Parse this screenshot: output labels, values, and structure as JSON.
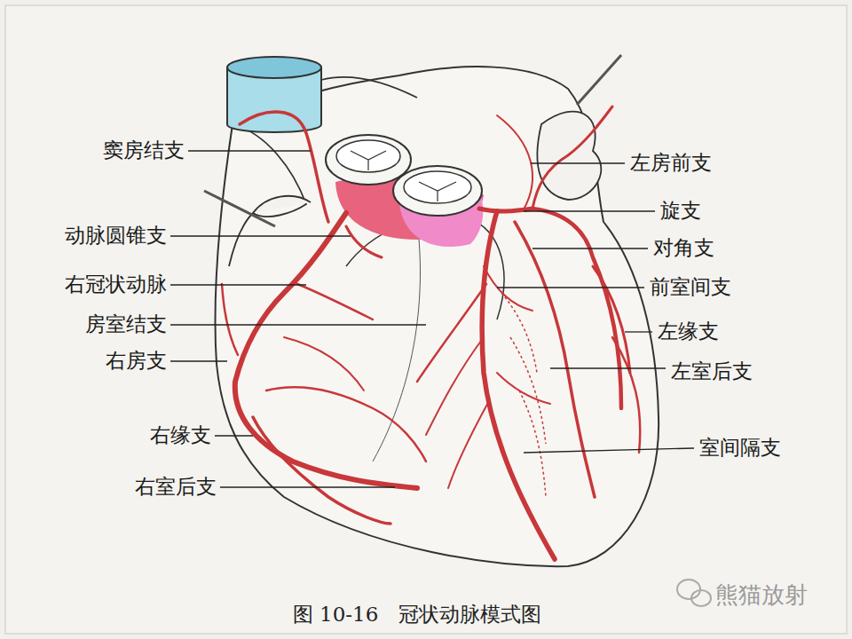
{
  "diagram": {
    "caption": "图 10-16　冠状动脉模式图",
    "labels": [
      "窦房结支",
      "动脉圆锥支",
      "右冠状动脉",
      "房室结支",
      "右房支",
      "右缘支",
      "右室后支",
      "左房前支",
      "旋支",
      "对角支",
      "前室间支",
      "左缘支",
      "左室后支",
      "室间隔支",
      "熊猫放射"
    ]
  }
}
